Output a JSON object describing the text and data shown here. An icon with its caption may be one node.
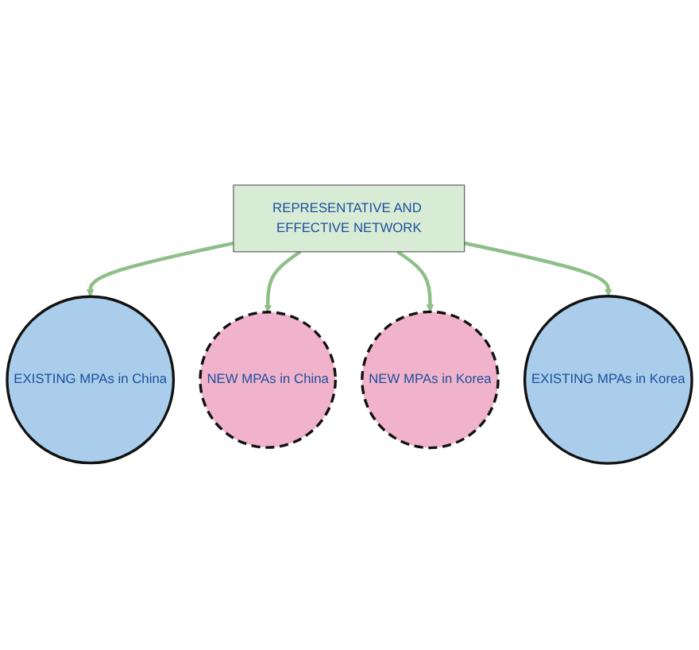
{
  "diagram": {
    "nodes": [
      {
        "text": [
          "EXISTING MPAs in China"
        ]
      },
      {
        "text": [
          "NEW MPAs in China"
        ]
      },
      {
        "text": [
          "REPRESENTATIVE AND EFFECTIVE NETWORK"
        ]
      },
      {
        "text": [
          "NEW MPAs in Korea"
        ]
      },
      {
        "text": [
          "EXISTING MPAs in Korea"
        ]
      }
    ],
    "edges": [
      {
        "from": 2,
        "to": 0,
        "arrow": "to"
      },
      {
        "from": 2,
        "to": 1,
        "arrow": "to"
      },
      {
        "from": 2,
        "to": 3,
        "arrow": "to"
      },
      {
        "from": 2,
        "to": 4,
        "arrow": "to"
      }
    ]
  }
}
